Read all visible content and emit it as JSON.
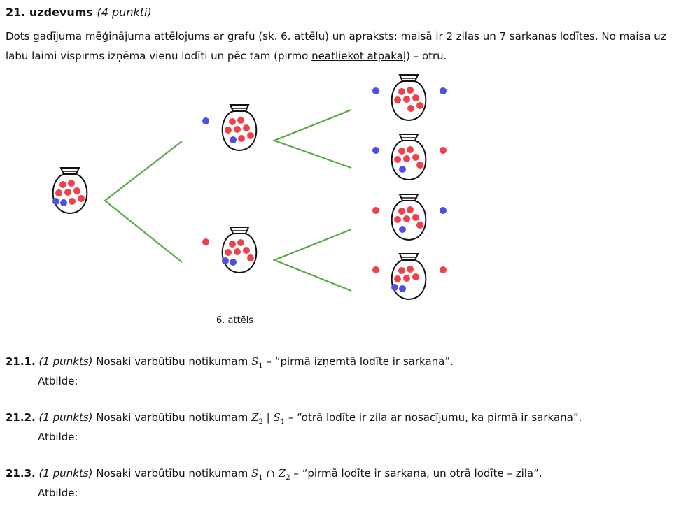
{
  "task": {
    "number_label": "21. uzdevums",
    "points_label": "(4 punkti)"
  },
  "intro": {
    "part1": "Dots gadījuma mēģinājuma attēlojums ar grafu (sk. 6. attēlu) un apraksts: maisā ir 2 zilas un 7 sarkanas lodītes. No maisa uz labu laimi vispirms izņēma vienu lodīti un pēc tam (pirmo ",
    "underlined": "neatliekot atpakaļ",
    "part2": ") – otru."
  },
  "figure": {
    "caption": "6. attēls",
    "colors": {
      "red": "#f0404a",
      "blue": "#4f4fe8",
      "line": "#5aa84a",
      "outline": "#111111"
    },
    "bags": {
      "root": {
        "red": 7,
        "blue": 2
      },
      "level1_blue_drawn": {
        "drawn": "blue",
        "red": 7,
        "blue": 1
      },
      "level1_red_drawn": {
        "drawn": "red",
        "red": 6,
        "blue": 2
      },
      "level2": [
        {
          "drawn": [
            "blue",
            "blue"
          ],
          "red": 7,
          "blue": 0
        },
        {
          "drawn": [
            "blue",
            "red"
          ],
          "red": 6,
          "blue": 1
        },
        {
          "drawn": [
            "red",
            "blue"
          ],
          "red": 6,
          "blue": 1
        },
        {
          "drawn": [
            "red",
            "red"
          ],
          "red": 5,
          "blue": 2
        }
      ]
    }
  },
  "questions": [
    {
      "number": "21.1.",
      "points": "(1 punkts)",
      "lead": " Nosaki varbūtību notikumam ",
      "event_html": "S<sub>1</sub>",
      "desc": " – “pirmā izņemtā lodīte ir sarkana”.",
      "answer_label": "Atbilde:"
    },
    {
      "number": "21.2.",
      "points": "(1 punkts)",
      "lead": " Nosaki varbūtību notikumam ",
      "event_html": "Z<sub>2</sub> | S<sub>1</sub>",
      "desc": " – “otrā lodīte ir zila ar nosacījumu, ka pirmā ir sarkana”.",
      "answer_label": "Atbilde:"
    },
    {
      "number": "21.3.",
      "points": "(1 punkts)",
      "lead": " Nosaki varbūtību notikumam ",
      "event_html": "S<sub>1</sub> ∩ Z<sub>2</sub>",
      "desc": " – “pirmā lodīte ir sarkana, un otrā lodīte – zila”.",
      "answer_label": "Atbilde:"
    }
  ]
}
